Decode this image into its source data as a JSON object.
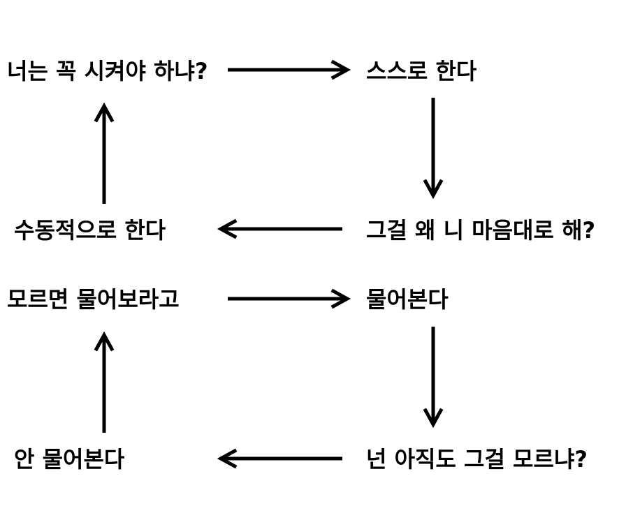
{
  "diagram": {
    "nodes": {
      "n1": "너는 꼭 시켜야 하냐?",
      "n2": "스스로 한다",
      "n3": "그걸 왜 니 마음대로 해?",
      "n4": "수동적으로 한다",
      "n5": "모르면 물어보라고",
      "n6": "물어본다",
      "n7": "넌 아직도 그걸 모르냐?",
      "n8": "안 물어본다"
    },
    "edges": [
      {
        "from": "n1",
        "to": "n2"
      },
      {
        "from": "n2",
        "to": "n3"
      },
      {
        "from": "n3",
        "to": "n4"
      },
      {
        "from": "n4",
        "to": "n1"
      },
      {
        "from": "n5",
        "to": "n6"
      },
      {
        "from": "n6",
        "to": "n7"
      },
      {
        "from": "n7",
        "to": "n8"
      },
      {
        "from": "n8",
        "to": "n5"
      }
    ],
    "colors": {
      "text": "#000000",
      "arrow": "#000000",
      "background": "#ffffff"
    }
  }
}
